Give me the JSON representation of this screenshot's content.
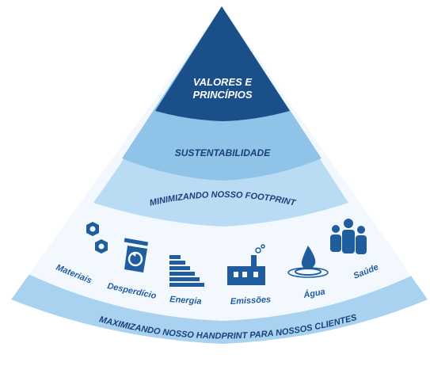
{
  "pyramid": {
    "top_label_line1": "VALORES E",
    "top_label_line2": "PRINCÍPIOS",
    "sustainability_label": "SUSTENTABILIDADE",
    "footprint_label": "MINIMIZANDO NOSSO FOOTPRINT",
    "handprint_label": "MAXIMIZANDO NOSSO HANDPRINT PARA NOSSOS CLIENTES"
  },
  "icons": [
    {
      "name": "materiais",
      "label": "Materiais",
      "icon": "nuts-icon"
    },
    {
      "name": "desperdicio",
      "label": "Desperdício",
      "icon": "recycle-bin-icon"
    },
    {
      "name": "energia",
      "label": "Energia",
      "icon": "energy-bars-icon"
    },
    {
      "name": "emissoes",
      "label": "Emissões",
      "icon": "factory-icon"
    },
    {
      "name": "agua",
      "label": "Água",
      "icon": "water-drop-icon"
    },
    {
      "name": "saude",
      "label": "Saúde",
      "icon": "people-icon"
    }
  ],
  "colors": {
    "top": "#1b4f8a",
    "sustainability": "#8fc3e8",
    "footprint": "#b9dcf4",
    "icons_band": "#f2f8fd",
    "handprint": "#a9d2f0",
    "icon": "#1f5d9e",
    "text_dark": "#1b3f7a",
    "text_white": "#ffffff"
  }
}
